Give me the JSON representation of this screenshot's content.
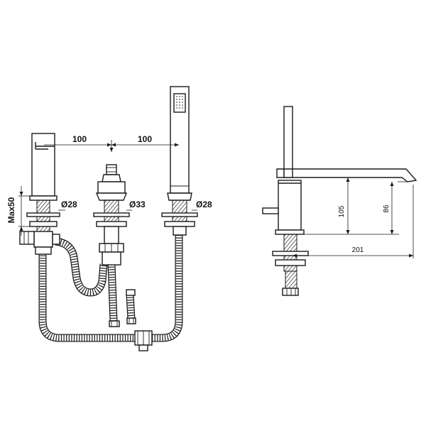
{
  "dimensions": {
    "spacing_left": "100",
    "spacing_right": "100",
    "dia_spout": "Ø28",
    "dia_valve": "Ø33",
    "dia_shower": "Ø28",
    "max_deck": "Max50",
    "side_height": "105",
    "side_outlet_height": "86",
    "side_reach": "201"
  },
  "colors": {
    "line": "#1a1a1a",
    "background": "#ffffff"
  }
}
